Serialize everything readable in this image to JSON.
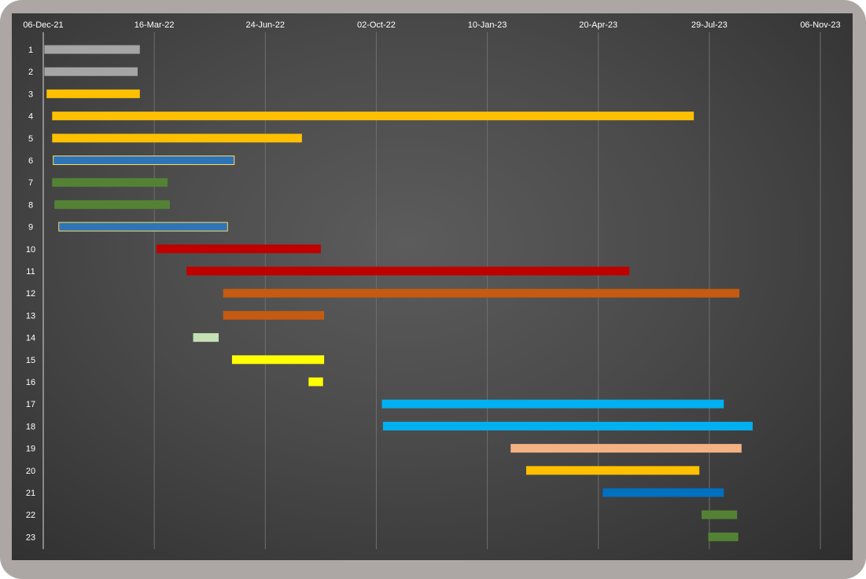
{
  "chart_data": {
    "type": "bar",
    "orientation": "horizontal-gantt",
    "title": "",
    "xlabel": "",
    "ylabel": "",
    "x_axis_position": "top",
    "grid": true,
    "legend": "none",
    "background_color": "#4a4a4a",
    "frame_color": "#aca7a5",
    "gridline_color": "#6e6e6e",
    "text_color": "#ffffff",
    "x_ticks": [
      "06-Dec-21",
      "16-Mar-22",
      "24-Jun-22",
      "02-Oct-22",
      "10-Jan-23",
      "20-Apr-23",
      "29-Jul-23",
      "06-Nov-23"
    ],
    "xlim": [
      "2021-12-06",
      "2023-11-06"
    ],
    "categories": [
      "1",
      "2",
      "3",
      "4",
      "5",
      "6",
      "7",
      "8",
      "9",
      "10",
      "11",
      "12",
      "13",
      "14",
      "15",
      "16",
      "17",
      "18",
      "19",
      "20",
      "21",
      "22",
      "23"
    ],
    "tasks": [
      {
        "label": "1",
        "start": "2021-12-07",
        "end": "2022-03-03",
        "color": "#a5a5a5"
      },
      {
        "label": "2",
        "start": "2021-12-07",
        "end": "2022-03-01",
        "color": "#a5a5a5"
      },
      {
        "label": "3",
        "start": "2021-12-09",
        "end": "2022-03-03",
        "color": "#ffc000"
      },
      {
        "label": "4",
        "start": "2021-12-14",
        "end": "2023-07-15",
        "color": "#ffc000"
      },
      {
        "label": "5",
        "start": "2021-12-14",
        "end": "2022-07-27",
        "color": "#ffc000"
      },
      {
        "label": "6",
        "start": "2021-12-15",
        "end": "2022-05-27",
        "color": "#2e75b6",
        "outline": "#ffd966"
      },
      {
        "label": "7",
        "start": "2021-12-14",
        "end": "2022-03-28",
        "color": "#548235"
      },
      {
        "label": "8",
        "start": "2021-12-16",
        "end": "2022-03-30",
        "color": "#548235"
      },
      {
        "label": "9",
        "start": "2021-12-20",
        "end": "2022-05-21",
        "color": "#2e75b6",
        "outline": "#ffd966"
      },
      {
        "label": "10",
        "start": "2022-03-18",
        "end": "2022-08-13",
        "color": "#c00000"
      },
      {
        "label": "11",
        "start": "2022-04-14",
        "end": "2023-05-18",
        "color": "#c00000"
      },
      {
        "label": "12",
        "start": "2022-05-17",
        "end": "2023-08-25",
        "color": "#c55a11"
      },
      {
        "label": "13",
        "start": "2022-05-17",
        "end": "2022-08-16",
        "color": "#c55a11"
      },
      {
        "label": "14",
        "start": "2022-04-20",
        "end": "2022-05-13",
        "color": "#c5e0b4"
      },
      {
        "label": "15",
        "start": "2022-05-25",
        "end": "2022-08-16",
        "color": "#ffff00"
      },
      {
        "label": "16",
        "start": "2022-08-02",
        "end": "2022-08-15",
        "color": "#ffff00"
      },
      {
        "label": "17",
        "start": "2022-10-07",
        "end": "2023-08-11",
        "color": "#00b0f0"
      },
      {
        "label": "18",
        "start": "2022-10-08",
        "end": "2023-09-06",
        "color": "#00b0f0"
      },
      {
        "label": "19",
        "start": "2023-01-31",
        "end": "2023-08-27",
        "color": "#f4b183"
      },
      {
        "label": "20",
        "start": "2023-02-14",
        "end": "2023-07-20",
        "color": "#ffc000"
      },
      {
        "label": "21",
        "start": "2023-04-24",
        "end": "2023-08-11",
        "color": "#0070c0"
      },
      {
        "label": "22",
        "start": "2023-07-22",
        "end": "2023-08-23",
        "color": "#548235"
      },
      {
        "label": "23",
        "start": "2023-07-28",
        "end": "2023-08-24",
        "color": "#548235"
      }
    ]
  }
}
